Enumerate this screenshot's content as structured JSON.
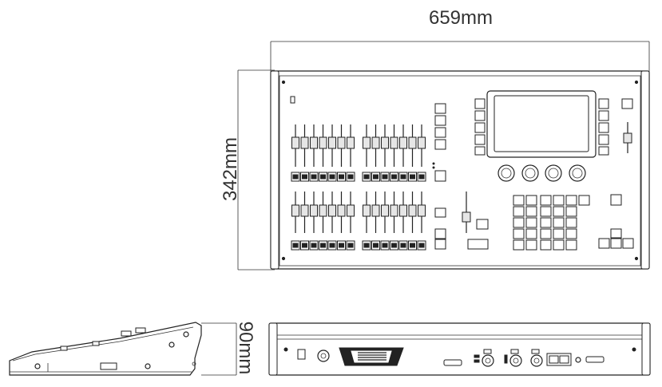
{
  "dimensions": {
    "width_label": "659mm",
    "depth_label": "342mm",
    "height_label": "90mm"
  },
  "colors": {
    "line": "#222222",
    "background": "#ffffff",
    "screen": "#ffffff"
  }
}
